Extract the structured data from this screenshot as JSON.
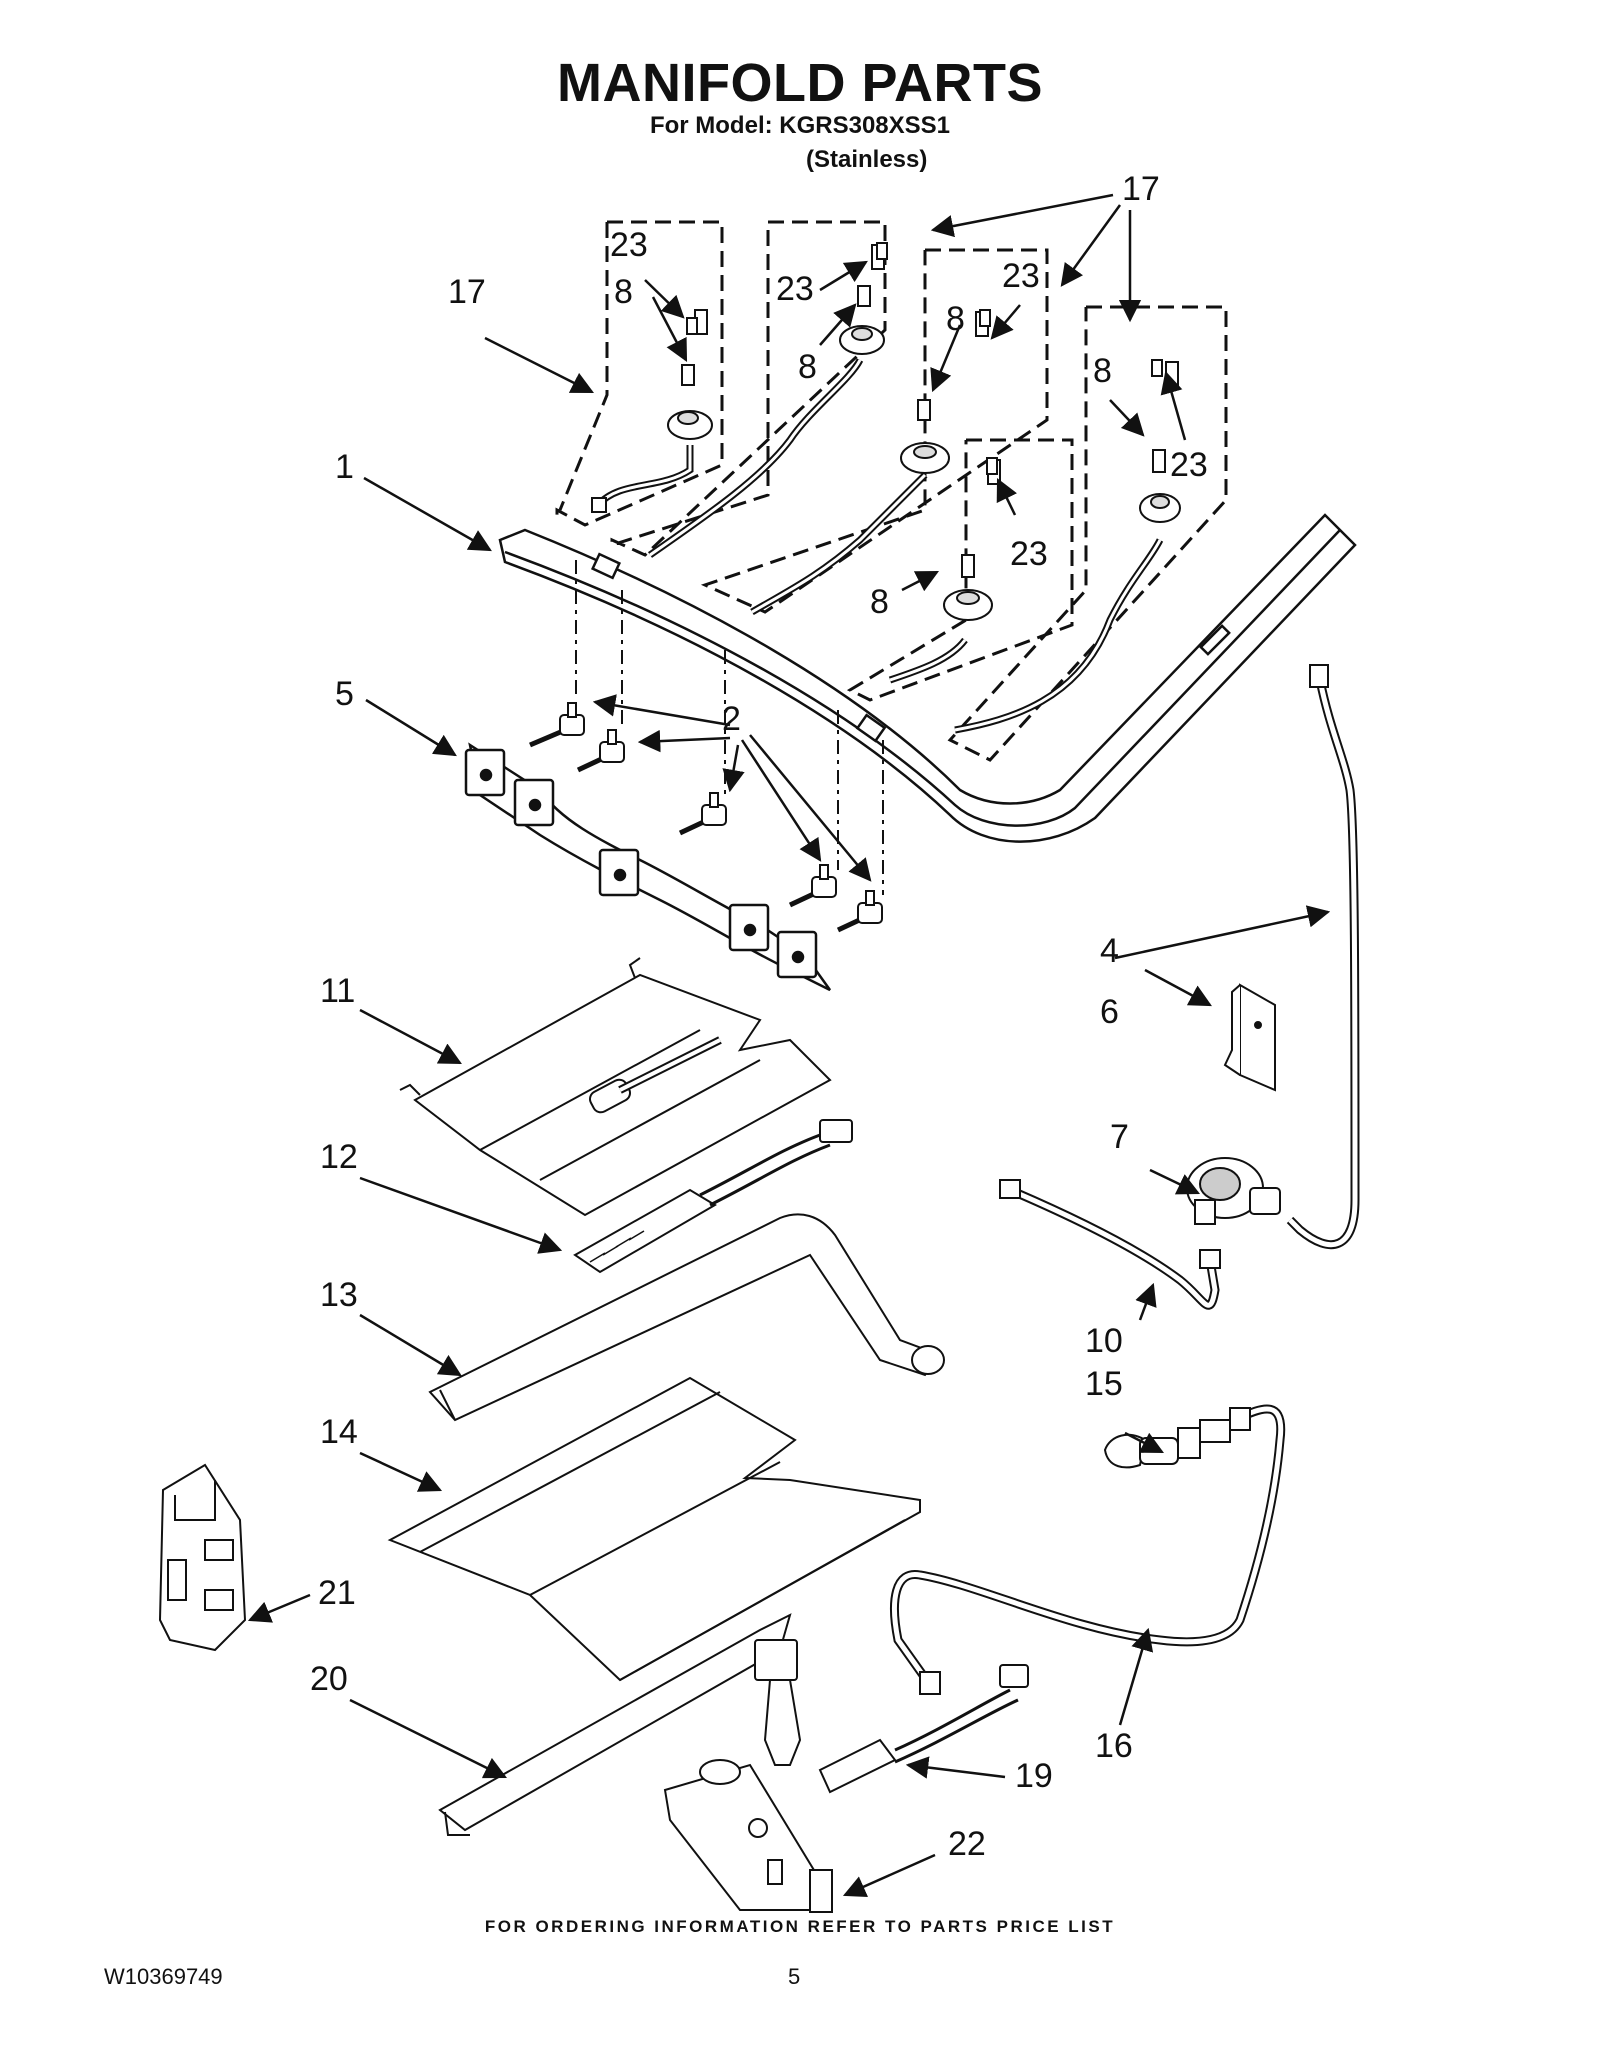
{
  "header": {
    "title": "MANIFOLD PARTS",
    "model_line": "For Model: KGRS308XSS1",
    "variant": "(Stainless)"
  },
  "callouts": {
    "c1": "1",
    "c2": "2",
    "c4": "4",
    "c5": "5",
    "c6": "6",
    "c7": "7",
    "c8": "8",
    "c10": "10",
    "c11": "11",
    "c12": "12",
    "c13": "13",
    "c14": "14",
    "c15": "15",
    "c16": "16",
    "c17": "17",
    "c19": "19",
    "c20": "20",
    "c21": "21",
    "c22": "22",
    "c23": "23"
  },
  "footer": {
    "ordering_note": "FOR ORDERING INFORMATION REFER TO PARTS PRICE LIST",
    "document_number": "W10369749",
    "page_number": "5"
  }
}
